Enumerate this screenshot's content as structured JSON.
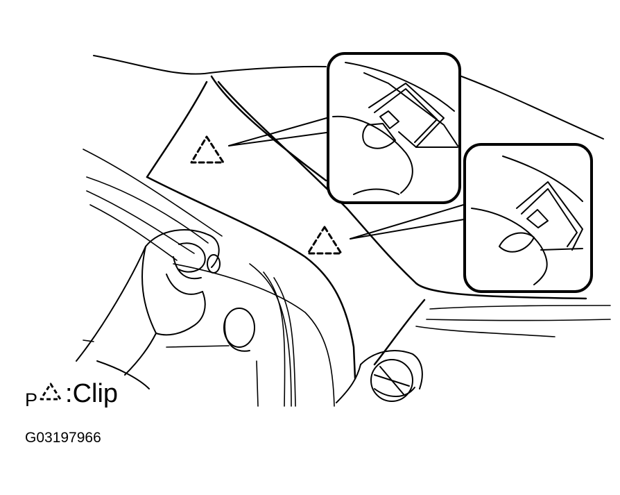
{
  "legend": {
    "letter": "P",
    "separator": ":",
    "label": "Clip"
  },
  "figure_id": "G03197966",
  "markers": [
    {
      "name": "clip-marker-upper",
      "icon": "dashed-triangle-icon"
    },
    {
      "name": "clip-marker-lower",
      "icon": "dashed-triangle-icon"
    }
  ],
  "colors": {
    "line": "#000000",
    "background": "#ffffff"
  }
}
